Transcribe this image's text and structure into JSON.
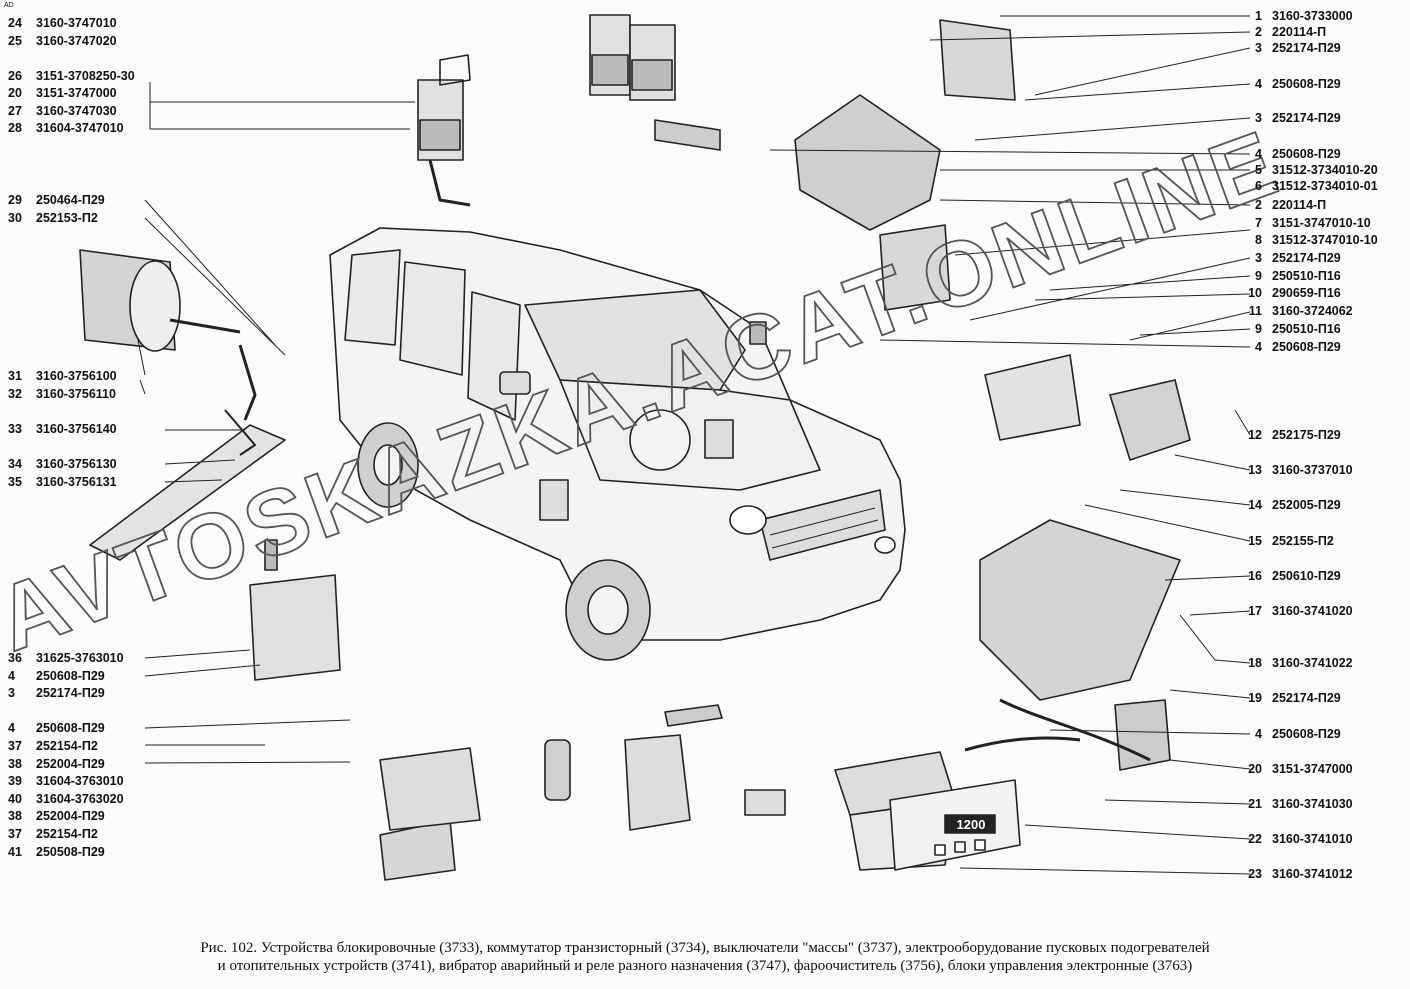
{
  "corner_mark": "AD",
  "watermark": "AVTOSKAZKA.ACAT.ONLINE",
  "left_labels": [
    {
      "num": "24",
      "code": "3160-3747010"
    },
    {
      "num": "25",
      "code": "3160-3747020"
    },
    {
      "num": "26",
      "code": "3151-3708250-30"
    },
    {
      "num": "20",
      "code": "3151-3747000"
    },
    {
      "num": "27",
      "code": "3160-3747030"
    },
    {
      "num": "28",
      "code": "31604-3747010"
    },
    {
      "num": "29",
      "code": "250464-П29"
    },
    {
      "num": "30",
      "code": "252153-П2"
    },
    {
      "num": "31",
      "code": "3160-3756100"
    },
    {
      "num": "32",
      "code": "3160-3756110"
    },
    {
      "num": "33",
      "code": "3160-3756140"
    },
    {
      "num": "34",
      "code": "3160-3756130"
    },
    {
      "num": "35",
      "code": "3160-3756131"
    },
    {
      "num": "36",
      "code": "31625-3763010"
    },
    {
      "num": "4",
      "code": "250608-П29"
    },
    {
      "num": "3",
      "code": "252174-П29"
    },
    {
      "num": "4",
      "code": "250608-П29"
    },
    {
      "num": "37",
      "code": "252154-П2"
    },
    {
      "num": "38",
      "code": "252004-П29"
    },
    {
      "num": "39",
      "code": "31604-3763010"
    },
    {
      "num": "40",
      "code": "31604-3763020"
    },
    {
      "num": "38",
      "code": "252004-П29"
    },
    {
      "num": "37",
      "code": "252154-П2"
    },
    {
      "num": "41",
      "code": "250508-П29"
    }
  ],
  "right_labels": [
    {
      "num": "1",
      "code": "3160-3733000"
    },
    {
      "num": "2",
      "code": "220114-П"
    },
    {
      "num": "3",
      "code": "252174-П29"
    },
    {
      "num": "4",
      "code": "250608-П29"
    },
    {
      "num": "3",
      "code": "252174-П29"
    },
    {
      "num": "4",
      "code": "250608-П29"
    },
    {
      "num": "5",
      "code": "31512-3734010-20"
    },
    {
      "num": "6",
      "code": "31512-3734010-01"
    },
    {
      "num": "2",
      "code": "220114-П"
    },
    {
      "num": "7",
      "code": "3151-3747010-10"
    },
    {
      "num": "8",
      "code": "31512-3747010-10"
    },
    {
      "num": "3",
      "code": "252174-П29"
    },
    {
      "num": "9",
      "code": "250510-П16"
    },
    {
      "num": "10",
      "code": "290659-П16"
    },
    {
      "num": "11",
      "code": "3160-3724062"
    },
    {
      "num": "9",
      "code": "250510-П16"
    },
    {
      "num": "4",
      "code": "250608-П29"
    },
    {
      "num": "12",
      "code": "252175-П29"
    },
    {
      "num": "13",
      "code": "3160-3737010"
    },
    {
      "num": "14",
      "code": "252005-П29"
    },
    {
      "num": "15",
      "code": "252155-П2"
    },
    {
      "num": "16",
      "code": "250610-П29"
    },
    {
      "num": "17",
      "code": "3160-3741020"
    },
    {
      "num": "18",
      "code": "3160-3741022"
    },
    {
      "num": "19",
      "code": "252174-П29"
    },
    {
      "num": "4",
      "code": "250608-П29"
    },
    {
      "num": "20",
      "code": "3151-3747000"
    },
    {
      "num": "21",
      "code": "3160-3741030"
    },
    {
      "num": "22",
      "code": "3160-3741010"
    },
    {
      "num": "23",
      "code": "3160-3741012"
    }
  ],
  "display_reading": "1200",
  "caption": {
    "line1": "Рис. 102. Устройства блокировочные (3733), коммутатор транзисторный (3734), выключатели \"массы\" (3737), электрооборудование пусковых подогревателей",
    "line2": "и отопительных устройств (3741), вибратор аварийный и реле разного назначения (3747), фароочиститель (3756), блоки управления электронные (3763)"
  }
}
